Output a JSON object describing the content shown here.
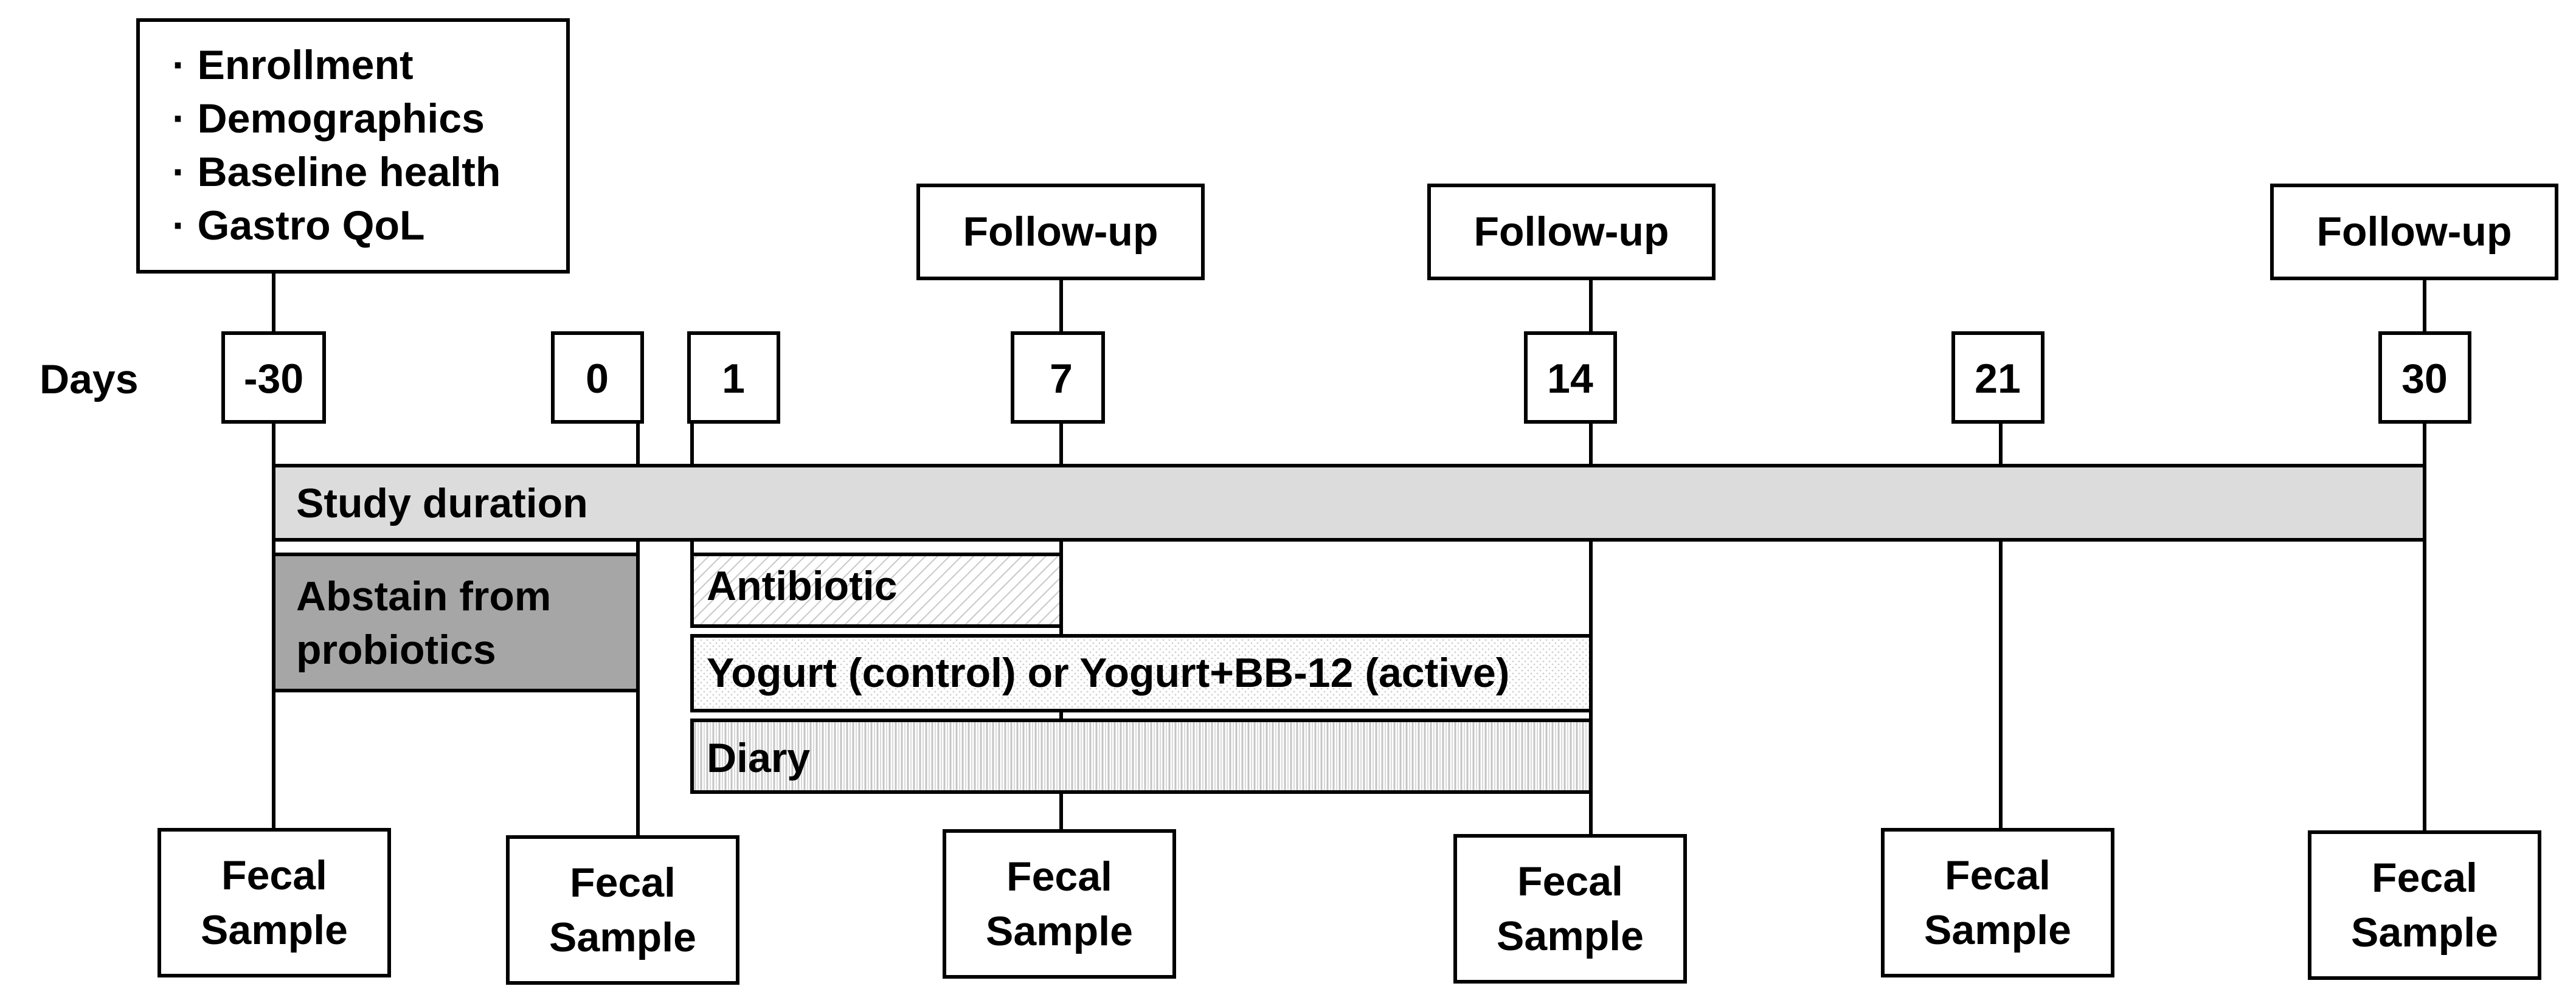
{
  "enrollment_box": {
    "items": [
      "· Enrollment",
      "· Demographics",
      "· Baseline health",
      "· Gastro QoL"
    ]
  },
  "follow_up_label": "Follow-up",
  "days_label": "Days",
  "days": [
    "-30",
    "0",
    "1",
    "7",
    "14",
    "21",
    "30"
  ],
  "bars": {
    "study_duration": "Study duration",
    "abstain": [
      "Abstain from",
      "probiotics"
    ],
    "antibiotic": "Antibiotic",
    "yogurt": "Yogurt (control) or Yogurt+BB-12 (active)",
    "diary": "Diary"
  },
  "fecal_sample": [
    "Fecal",
    "Sample"
  ],
  "colors": {
    "study_duration_fill": "#dcdcdc",
    "abstain_fill": "#a6a6a6",
    "line": "#000000"
  }
}
